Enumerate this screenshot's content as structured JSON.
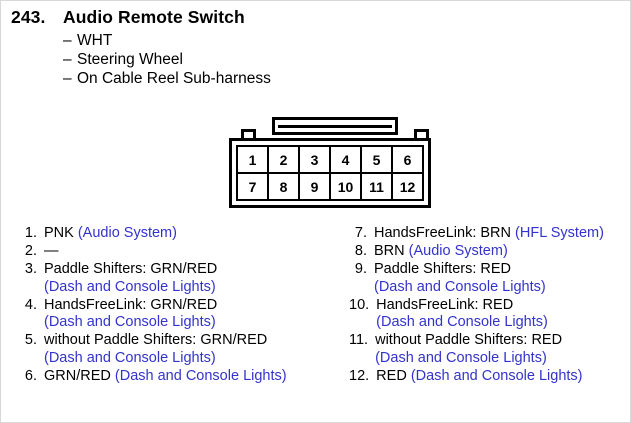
{
  "header": {
    "number": "243.",
    "title": "Audio Remote Switch",
    "subitems": [
      {
        "dash": "–",
        "text": "WHT"
      },
      {
        "dash": "–",
        "text": "Steering Wheel"
      },
      {
        "dash": "–",
        "text": "On Cable Reel Sub-harness"
      }
    ]
  },
  "connector": {
    "name": "12-pin connector",
    "rows": [
      [
        "1",
        "2",
        "3",
        "4",
        "5",
        "6"
      ],
      [
        "7",
        "8",
        "9",
        "10",
        "11",
        "12"
      ]
    ]
  },
  "colors": {
    "system_label": "#3333cc",
    "text": "#000000",
    "outline": "#000000",
    "background": "#ffffff"
  },
  "legend": {
    "left": [
      {
        "num": "1.",
        "lines": [
          [
            {
              "text": "PNK ",
              "blue": false
            },
            {
              "text": "(Audio System)",
              "blue": true
            }
          ]
        ]
      },
      {
        "num": "2.",
        "lines": [
          [
            {
              "text": "—",
              "blue": false
            }
          ]
        ]
      },
      {
        "num": "3.",
        "lines": [
          [
            {
              "text": "Paddle Shifters: GRN/RED",
              "blue": false
            }
          ],
          [
            {
              "text": "(Dash and Console Lights)",
              "blue": true
            }
          ]
        ]
      },
      {
        "num": "4.",
        "lines": [
          [
            {
              "text": "HandsFreeLink: GRN/RED",
              "blue": false
            }
          ],
          [
            {
              "text": "(Dash and Console Lights)",
              "blue": true
            }
          ]
        ]
      },
      {
        "num": "5.",
        "lines": [
          [
            {
              "text": "without Paddle Shifters: GRN/RED",
              "blue": false
            }
          ],
          [
            {
              "text": "(Dash and Console Lights)",
              "blue": true
            }
          ]
        ]
      },
      {
        "num": "6.",
        "lines": [
          [
            {
              "text": "GRN/RED ",
              "blue": false
            },
            {
              "text": "(Dash and Console Lights)",
              "blue": true
            }
          ]
        ]
      }
    ],
    "right": [
      {
        "num": "7.",
        "lines": [
          [
            {
              "text": "HandsFreeLink: BRN ",
              "blue": false
            },
            {
              "text": "(HFL System)",
              "blue": true
            }
          ]
        ]
      },
      {
        "num": "8.",
        "lines": [
          [
            {
              "text": "BRN ",
              "blue": false
            },
            {
              "text": "(Audio System)",
              "blue": true
            }
          ]
        ]
      },
      {
        "num": "9.",
        "lines": [
          [
            {
              "text": "Paddle Shifters: RED",
              "blue": false
            }
          ],
          [
            {
              "text": "(Dash and Console Lights)",
              "blue": true
            }
          ]
        ]
      },
      {
        "num": "10.",
        "lines": [
          [
            {
              "text": "HandsFreeLink: RED",
              "blue": false
            }
          ],
          [
            {
              "text": "(Dash and Console Lights)",
              "blue": true
            }
          ]
        ]
      },
      {
        "num": "11.",
        "lines": [
          [
            {
              "text": "without Paddle Shifters: RED",
              "blue": false
            }
          ],
          [
            {
              "text": "(Dash and Console Lights)",
              "blue": true
            }
          ]
        ]
      },
      {
        "num": "12.",
        "lines": [
          [
            {
              "text": "RED ",
              "blue": false
            },
            {
              "text": "(Dash and Console Lights)",
              "blue": true
            }
          ]
        ]
      }
    ]
  }
}
